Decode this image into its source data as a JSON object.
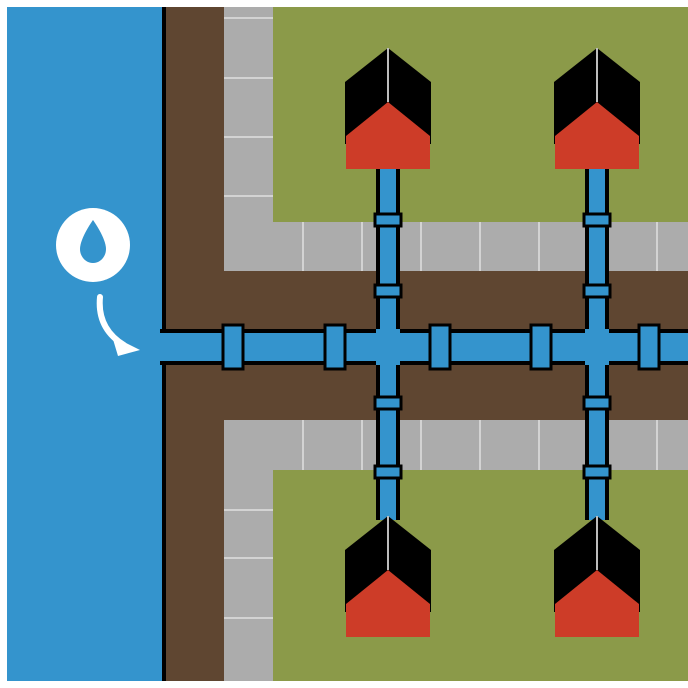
{
  "colors": {
    "water": "#3494cd",
    "soil": "#5f4631",
    "sidewalk": "#acacac",
    "sidewalk_joint": "#d3d3d3",
    "grass": "#8b9a49",
    "roof": "#000000",
    "roof_ridge": "#bdbdbd",
    "house_wall": "#cd3c28",
    "pipe": "#3494cd",
    "outline": "#000000",
    "icon": "#ffffff"
  },
  "icons": {
    "water_source": "water-drop-icon",
    "flow": "curved-arrow-icon",
    "house": "house-icon"
  },
  "houses": [
    {
      "id": "top-left"
    },
    {
      "id": "top-right"
    },
    {
      "id": "bottom-left"
    },
    {
      "id": "bottom-right"
    }
  ]
}
